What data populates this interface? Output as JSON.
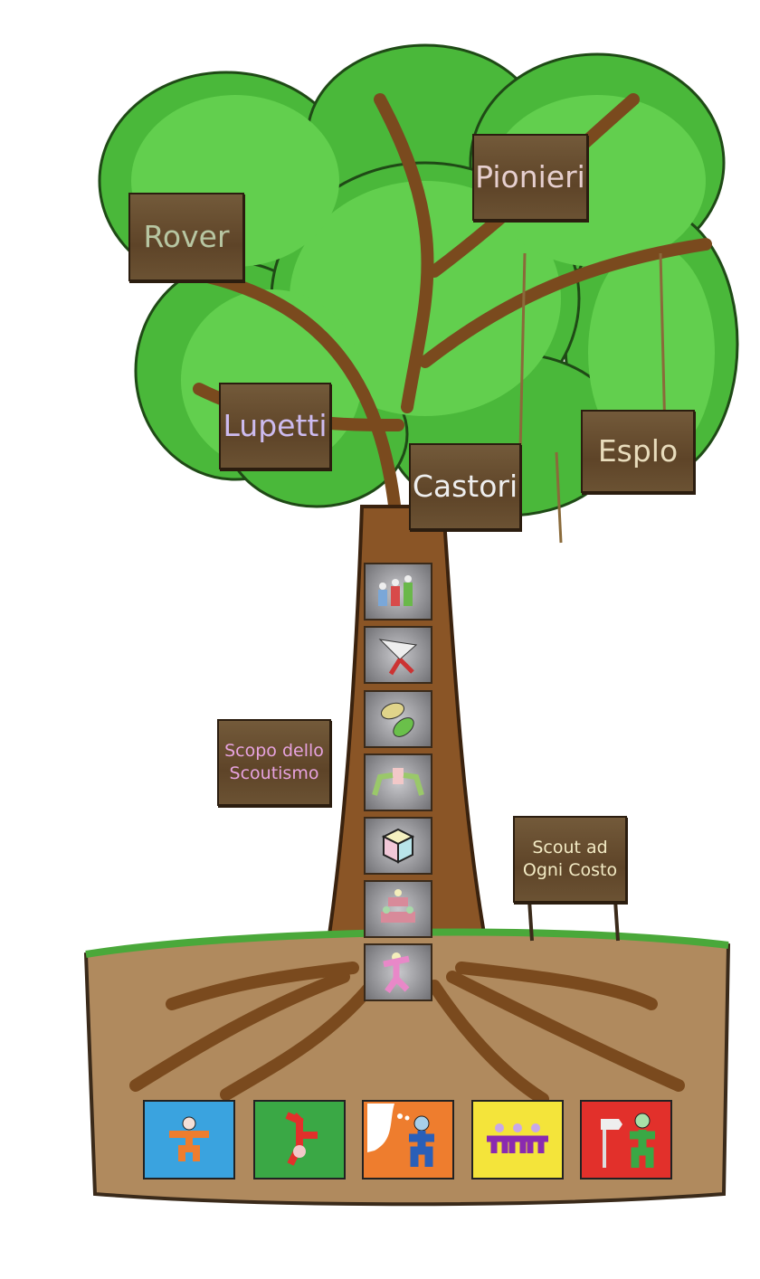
{
  "signs": {
    "rover": {
      "label": "Rover",
      "color": "#b7c6a2"
    },
    "pionieri": {
      "label": "Pionieri",
      "color": "#e6cfcf"
    },
    "lupetti": {
      "label": "Lupetti",
      "color": "#cdbbef"
    },
    "castori": {
      "label": "Castori",
      "color": "#eeeeee"
    },
    "esplo": {
      "label": "Esplo",
      "color": "#e8dcbc"
    },
    "scopo": {
      "label_line1": "Scopo dello",
      "label_line2": "Scoutismo",
      "color": "#e6a2de"
    },
    "scout_ad": {
      "label_line1": "Scout ad",
      "label_line2": "Ogni Costo",
      "color": "#f2eac4"
    }
  },
  "trunk_tiles": [
    "group-of-people-icon",
    "neckerchief-icon",
    "leaves-icon",
    "cooperation-icon",
    "cube-icon",
    "pyramid-people-icon",
    "person-jumping-icon"
  ],
  "ground_tiles": [
    {
      "icon": "person-arms-open-icon",
      "color": "#3aa3df"
    },
    {
      "icon": "person-handstand-icon",
      "color": "#3aa845"
    },
    {
      "icon": "person-thinking-icon",
      "color": "#ee7d2e"
    },
    {
      "icon": "people-holding-hands-icon",
      "color": "#f4e43a"
    },
    {
      "icon": "person-signpost-icon",
      "color": "#e2302b"
    }
  ]
}
